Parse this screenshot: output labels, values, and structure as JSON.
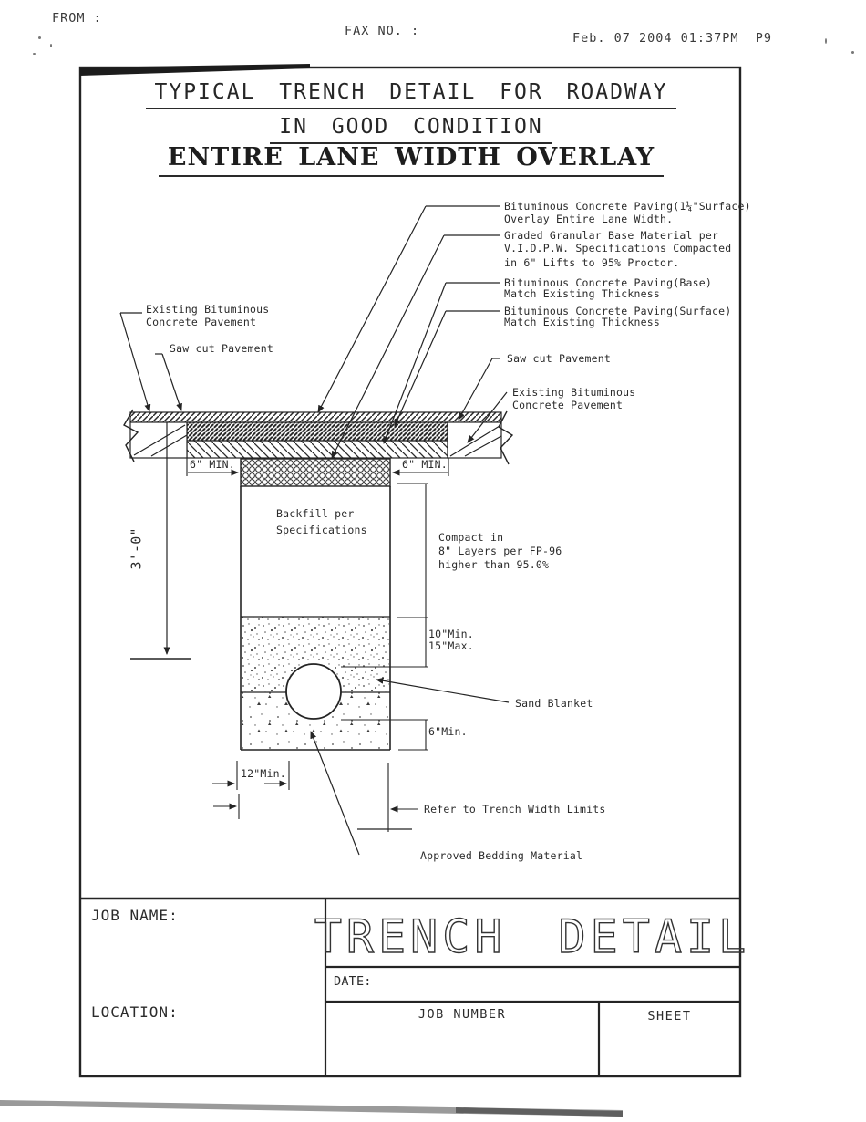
{
  "colors": {
    "ink": "#242424",
    "paper": "#ffffff"
  },
  "fax_header": {
    "from_label": "FROM :",
    "fax_no_label": "FAX NO. :",
    "timestamp": "Feb. 07 2004 01:37PM  P9"
  },
  "titles": {
    "line1": "TYPICAL TRENCH DETAIL FOR ROADWAY",
    "line2": "IN GOOD CONDITION",
    "line3": "ENTIRE LANE WIDTH OVERLAY"
  },
  "callouts": {
    "overlay_line1": "Bituminous Concrete Paving(1¼\"Surface)",
    "overlay_line2": "Overlay Entire Lane Width.",
    "granular_line1": "Graded Granular Base Material per",
    "granular_line2": "V.I.D.P.W. Specifications Compacted",
    "granular_line3": "in 6\" Lifts to 95% Proctor.",
    "base_line1": "Bituminous Concrete Paving(Base)",
    "base_line2": "Match Existing Thickness",
    "surface_line1": "Bituminous Concrete Paving(Surface)",
    "surface_line2": "Match Existing Thickness",
    "saw_cut_left": "Saw cut Pavement",
    "saw_cut_right": "Saw cut Pavement",
    "existing_left_line1": "Existing Bituminous",
    "existing_left_line2": "Concrete Pavement",
    "existing_right_line1": "Existing Bituminous",
    "existing_right_line2": "Concrete Pavement",
    "backfill_line1": "Backfill per",
    "backfill_line2": "Specifications",
    "compact_line1": "Compact in",
    "compact_line2": "8\" Layers per FP-96",
    "compact_line3": "higher than 95.0%",
    "sand_blanket": "Sand Blanket",
    "refer_trench": "Refer to Trench Width Limits",
    "approved_bedding": "Approved Bedding Material"
  },
  "dimensions": {
    "depth": "3'-0\"",
    "six_min_left": "6\" MIN.",
    "six_min_right": "6\" MIN.",
    "ten_min": "10\"Min.",
    "fifteen_max": "15\"Max.",
    "six_min_small": "6\"Min.",
    "twelve_min": "12\"Min."
  },
  "title_block": {
    "job_name_label": "JOB NAME:",
    "location_label": "LOCATION:",
    "drawing_title": "TRENCH DETAIL",
    "date_label": "DATE:",
    "job_number_label": "JOB NUMBER",
    "sheet_label": "SHEET"
  }
}
